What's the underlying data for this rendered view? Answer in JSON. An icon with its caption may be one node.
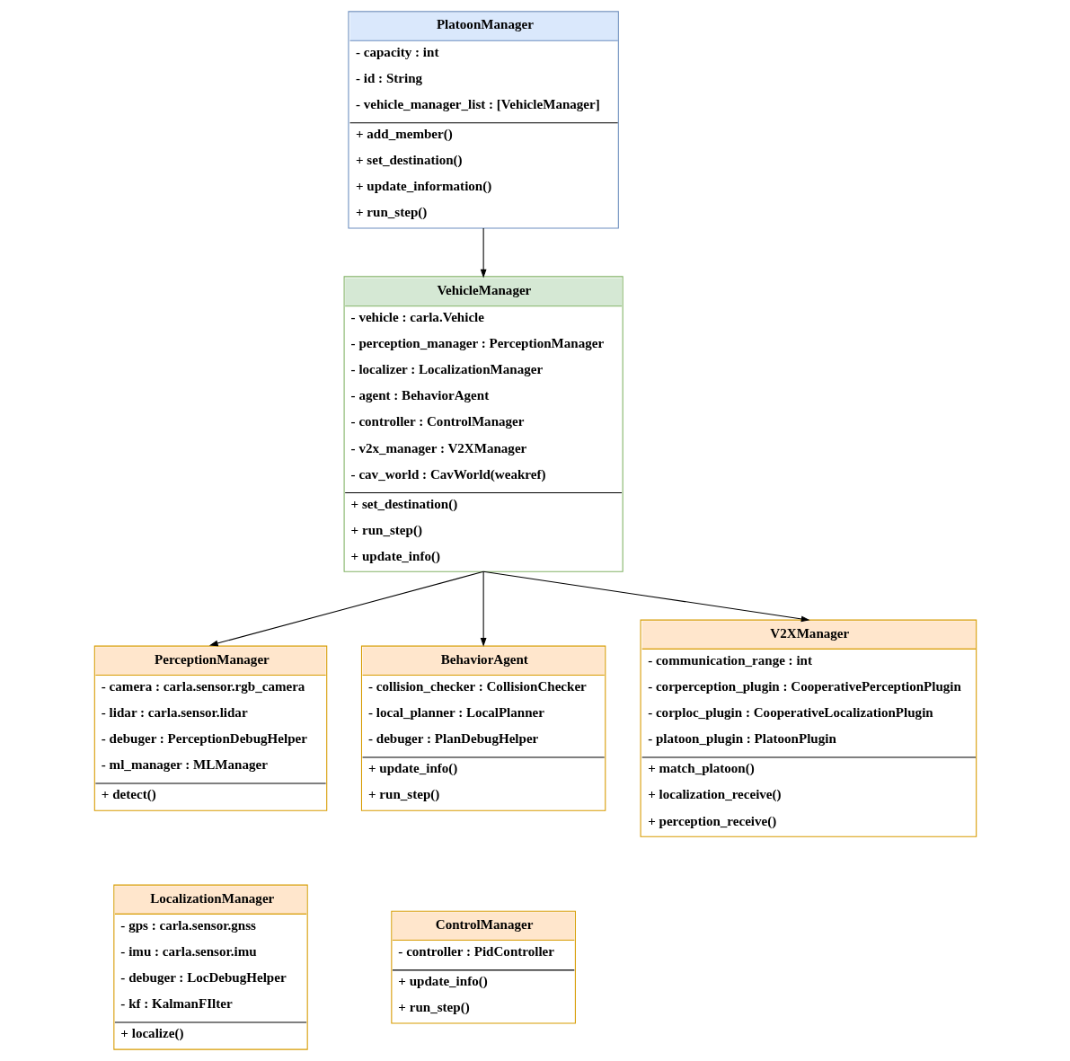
{
  "diagram": {
    "nodes": [
      {
        "text": [
          "PlatoonManager",
          "- capacity : int",
          "- id : String",
          "- vehicle_manager_list : [VehicleManager]",
          "+ add_member()",
          "+ set_destination()",
          "+ update_information()",
          "+ run_step()"
        ]
      },
      {
        "text": [
          "VehicleManager",
          "- vehicle : carla.Vehicle",
          "- perception_manager : PerceptionManager",
          "- localizer : LocalizationManager",
          "- agent : BehaviorAgent",
          "- controller : ControlManager",
          "- v2x_manager : V2XManager",
          "- cav_world : CavWorld(weakref)",
          "+ set_destination()",
          "+ run_step()",
          "+ update_info()"
        ]
      },
      {
        "text": [
          "PerceptionManager",
          "- camera : carla.sensor.rgb_camera",
          "- lidar : carla.sensor.lidar",
          "- debuger : PerceptionDebugHelper",
          "- ml_manager : MLManager",
          "+ detect()"
        ]
      },
      {
        "text": [
          "BehaviorAgent",
          "- collision_checker : CollisionChecker",
          "- local_planner : LocalPlanner",
          "- debuger : PlanDebugHelper",
          "+ update_info()",
          "+ run_step()"
        ]
      },
      {
        "text": [
          "V2XManager",
          "- communication_range : int",
          "- corperception_plugin : CooperativePerceptionPlugin",
          "- corploc_plugin : CooperativeLocalizationPlugin",
          "- platoon_plugin : PlatoonPlugin",
          "+ match_platoon()",
          "+ localization_receive()",
          "+ perception_receive()"
        ]
      },
      {
        "text": [
          "LocalizationManager",
          "- gps : carla.sensor.gnss",
          "- imu : carla.sensor.imu",
          "- debuger : LocDebugHelper",
          "- kf : KalmanFIlter",
          "+ localize()"
        ]
      },
      {
        "text": [
          "ControlManager",
          "- controller : PidController",
          "+ update_info()",
          "+ run_step()"
        ]
      }
    ],
    "edges": [
      {
        "from": 0,
        "to": 1,
        "arrow": "to"
      },
      {
        "from": 1,
        "to": 2,
        "arrow": "to"
      },
      {
        "from": 1,
        "to": 3,
        "arrow": "to"
      },
      {
        "from": 1,
        "to": 4,
        "arrow": "to"
      }
    ]
  }
}
